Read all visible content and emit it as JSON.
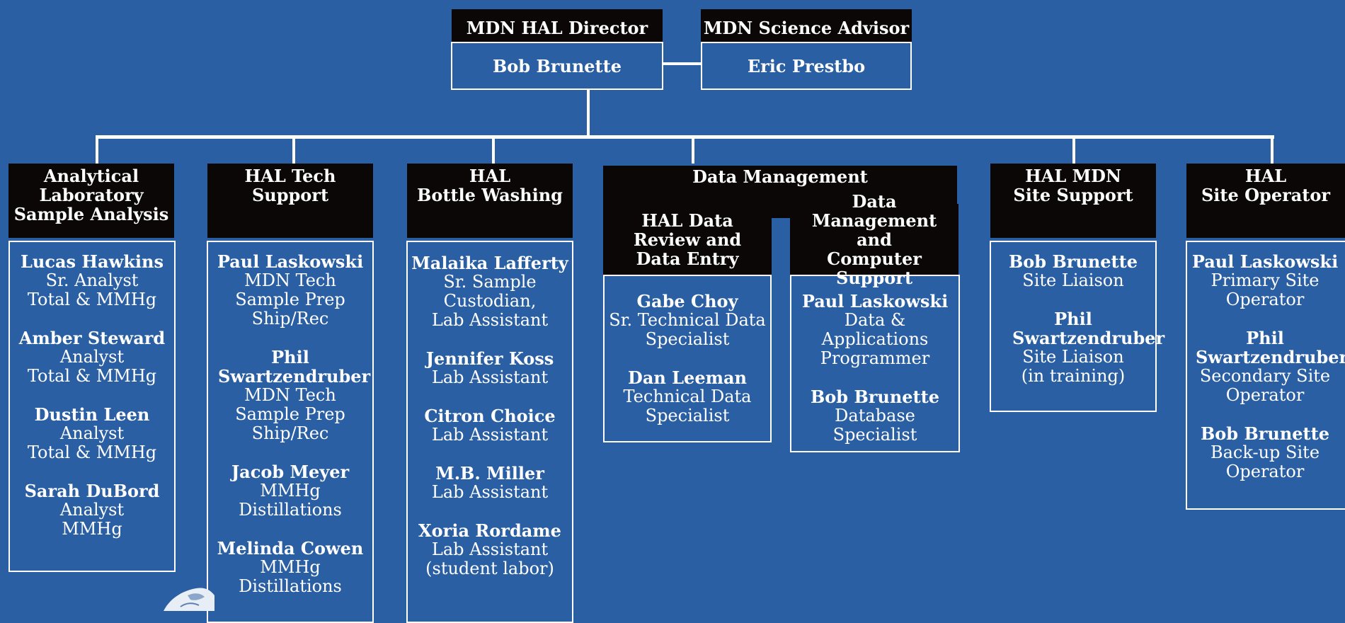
{
  "top": {
    "director": {
      "title": "MDN HAL Director",
      "name": "Bob Brunette"
    },
    "advisor": {
      "title": "MDN Science Advisor",
      "name": "Eric Prestbo"
    }
  },
  "columns": [
    {
      "title_lines": [
        "Analytical",
        "Laboratory",
        "Sample Analysis"
      ],
      "people": [
        {
          "name": "Lucas Hawkins",
          "role_lines": [
            "Sr. Analyst",
            "Total & MMHg"
          ]
        },
        {
          "name": "Amber Steward",
          "role_lines": [
            "Analyst",
            "Total & MMHg"
          ]
        },
        {
          "name": "Dustin Leen",
          "role_lines": [
            "Analyst",
            "Total & MMHg"
          ]
        },
        {
          "name": "Sarah DuBord",
          "role_lines": [
            "Analyst",
            "MMHg"
          ]
        }
      ]
    },
    {
      "title_lines": [
        "HAL Tech",
        "Support"
      ],
      "people": [
        {
          "name": "Paul Laskowski",
          "role_lines": [
            "MDN Tech",
            "Sample Prep",
            "Ship/Rec"
          ]
        },
        {
          "name": "Phil Swartzendruber",
          "role_lines": [
            "MDN Tech",
            "Sample Prep",
            "Ship/Rec"
          ]
        },
        {
          "name": "Jacob Meyer",
          "role_lines": [
            "MMHg",
            "Distillations"
          ]
        },
        {
          "name": "Melinda Cowen",
          "role_lines": [
            "MMHg",
            "Distillations"
          ]
        }
      ]
    },
    {
      "title_lines": [
        "HAL",
        "Bottle Washing"
      ],
      "people": [
        {
          "name": "Malaika Lafferty",
          "role_lines": [
            "Sr. Sample",
            "Custodian,",
            "Lab Assistant"
          ]
        },
        {
          "name": "Jennifer Koss",
          "role_lines": [
            "Lab Assistant"
          ]
        },
        {
          "name": "Citron Choice",
          "role_lines": [
            "Lab Assistant"
          ]
        },
        {
          "name": "M.B. Miller",
          "role_lines": [
            "Lab Assistant"
          ]
        },
        {
          "name": "Xoria Rordame",
          "role_lines": [
            "Lab Assistant",
            "(student labor)"
          ]
        }
      ]
    },
    {
      "title": "Data Management",
      "subgroups": [
        {
          "title_lines": [
            "HAL Data",
            "Review and",
            "Data Entry"
          ],
          "people": [
            {
              "name": "Gabe Choy",
              "role_lines": [
                "Sr. Technical Data",
                "Specialist"
              ]
            },
            {
              "name": "Dan Leeman",
              "role_lines": [
                "Technical Data",
                "Specialist"
              ]
            }
          ]
        },
        {
          "title_lines": [
            "Data Management",
            "and",
            "Computer Support"
          ],
          "people": [
            {
              "name": "Paul Laskowski",
              "role_lines": [
                "Data & Applications",
                "Programmer"
              ]
            },
            {
              "name": "Bob Brunette",
              "role_lines": [
                "Database Specialist"
              ]
            }
          ]
        }
      ]
    },
    {
      "title_lines": [
        "HAL MDN",
        "Site Support"
      ],
      "people": [
        {
          "name": "Bob Brunette",
          "role_lines": [
            "Site Liaison"
          ]
        },
        {
          "name": "Phil Swartzendruber",
          "role_lines": [
            "Site Liaison",
            "(in training)"
          ]
        }
      ]
    },
    {
      "title_lines": [
        "HAL",
        "Site Operator"
      ],
      "people": [
        {
          "name": "Paul Laskowski",
          "role_lines": [
            "Primary Site",
            "Operator"
          ]
        },
        {
          "name": "Phil Swartzendruber",
          "role_lines": [
            "Secondary Site",
            "Operator"
          ]
        },
        {
          "name": "Bob Brunette",
          "role_lines": [
            "Back-up Site",
            "Operator"
          ]
        }
      ]
    }
  ]
}
